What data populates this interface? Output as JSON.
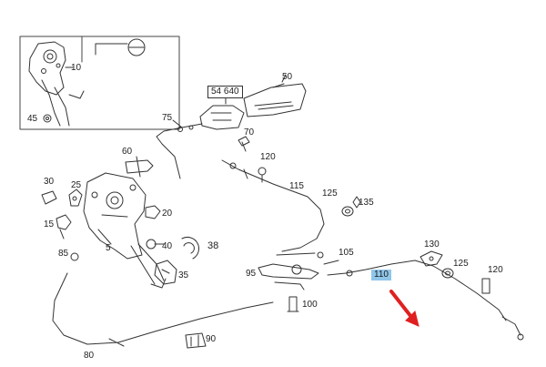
{
  "diagram": {
    "callouts": [
      {
        "id": "c10",
        "text": "10"
      },
      {
        "id": "c45",
        "text": "45"
      },
      {
        "id": "c54640",
        "text": "54 640"
      },
      {
        "id": "c50",
        "text": "50"
      },
      {
        "id": "c75",
        "text": "75"
      },
      {
        "id": "c70",
        "text": "70"
      },
      {
        "id": "c60",
        "text": "60"
      },
      {
        "id": "c120a",
        "text": "120"
      },
      {
        "id": "c115",
        "text": "115"
      },
      {
        "id": "c30",
        "text": "30"
      },
      {
        "id": "c25a",
        "text": "25"
      },
      {
        "id": "c20",
        "text": "20"
      },
      {
        "id": "c125a",
        "text": "125"
      },
      {
        "id": "c135",
        "text": "135"
      },
      {
        "id": "c15",
        "text": "15"
      },
      {
        "id": "c5",
        "text": "5"
      },
      {
        "id": "c40",
        "text": "40"
      },
      {
        "id": "c38",
        "text": "38"
      },
      {
        "id": "c85",
        "text": "85"
      },
      {
        "id": "c35",
        "text": "35"
      },
      {
        "id": "c105",
        "text": "105"
      },
      {
        "id": "c130",
        "text": "130"
      },
      {
        "id": "c125b",
        "text": "125"
      },
      {
        "id": "c120b",
        "text": "120"
      },
      {
        "id": "c95",
        "text": "95"
      },
      {
        "id": "c110",
        "text": "110"
      },
      {
        "id": "c100",
        "text": "100"
      },
      {
        "id": "c90",
        "text": "90"
      },
      {
        "id": "c80",
        "text": "80"
      }
    ],
    "highlighted_part": "110",
    "colors": {
      "line": "#333333",
      "highlight": "#8fc6ea",
      "arrow": "#e02020"
    }
  }
}
